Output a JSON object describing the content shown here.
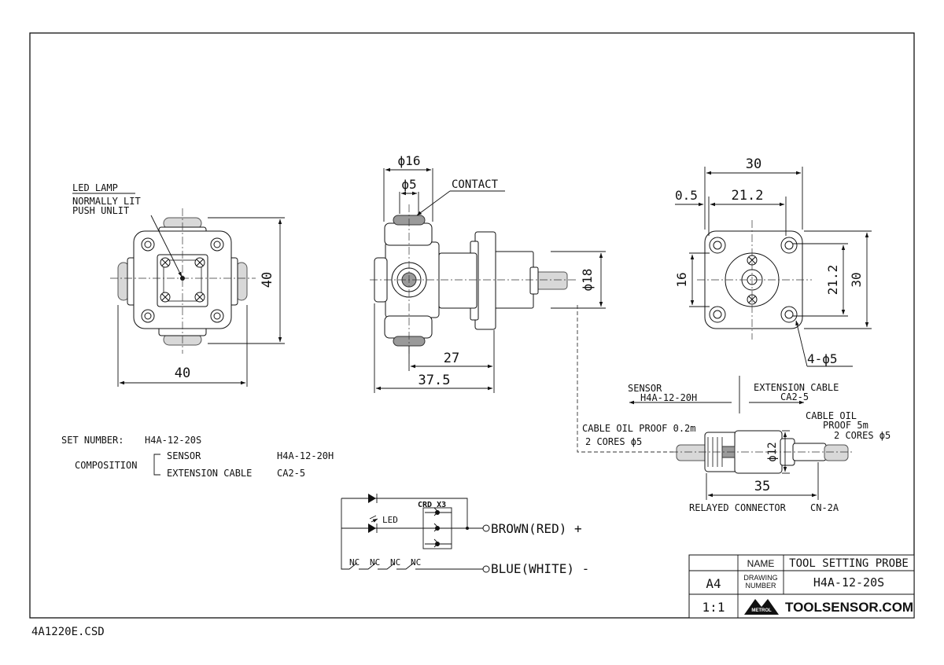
{
  "front_view": {
    "led_lamp": "LED LAMP",
    "normally_lit": "NORMALLY LIT",
    "push_unlit": "PUSH UNLIT",
    "dim_height": "40",
    "dim_width": "40"
  },
  "side_view": {
    "dim_phi16": "ϕ16",
    "dim_phi5": "ϕ5",
    "contact": "CONTACT",
    "dim_phi18": "ϕ18",
    "dim_27": "27",
    "dim_37_5": "37.5"
  },
  "flange_view": {
    "dim_30_top": "30",
    "dim_0_5": "0.5",
    "dim_21_2_top": "21.2",
    "dim_16": "16",
    "dim_21_2_side": "21.2",
    "dim_30_side": "30",
    "holes": "4-ϕ5"
  },
  "cable": {
    "sensor_label": "SENSOR",
    "sensor_model": "H4A-12-20H",
    "ext_label": "EXTENSION CABLE",
    "ext_model": "CA2-5",
    "oil_proof_left_1": "CABLE OIL PROOF 0.2m",
    "oil_proof_left_2": "2 CORES ϕ5",
    "oil_proof_right_1": "CABLE OIL",
    "oil_proof_right_2": "PROOF 5m",
    "oil_proof_right_3": "2 CORES ϕ5",
    "dim_phi12": "ϕ12",
    "dim_35": "35",
    "relayed_connector": "RELAYED CONNECTOR",
    "connector_model": "CN-2A"
  },
  "set_info": {
    "set_number_label": "SET NUMBER:",
    "set_number": "H4A-12-20S",
    "composition_label": "COMPOSITION",
    "sensor_label": "SENSOR",
    "sensor_model": "H4A-12-20H",
    "ext_label": "EXTENSION CABLE",
    "ext_model": "CA2-5"
  },
  "circuit": {
    "crd": "CRD X3",
    "led": "LED",
    "brown": "BROWN(RED) +",
    "blue": "BLUE(WHITE) -",
    "nc": "NC"
  },
  "title_block": {
    "name_label": "NAME",
    "name_value": "TOOL SETTING PROBE",
    "drawing_label_1": "DRAWING",
    "drawing_label_2": "NUMBER",
    "drawing_number": "H4A-12-20S",
    "paper": "A4",
    "scale": "1:1",
    "brand": "METROL",
    "website": "TOOLSENSOR.COM"
  },
  "file_name": "4A1220E.CSD"
}
